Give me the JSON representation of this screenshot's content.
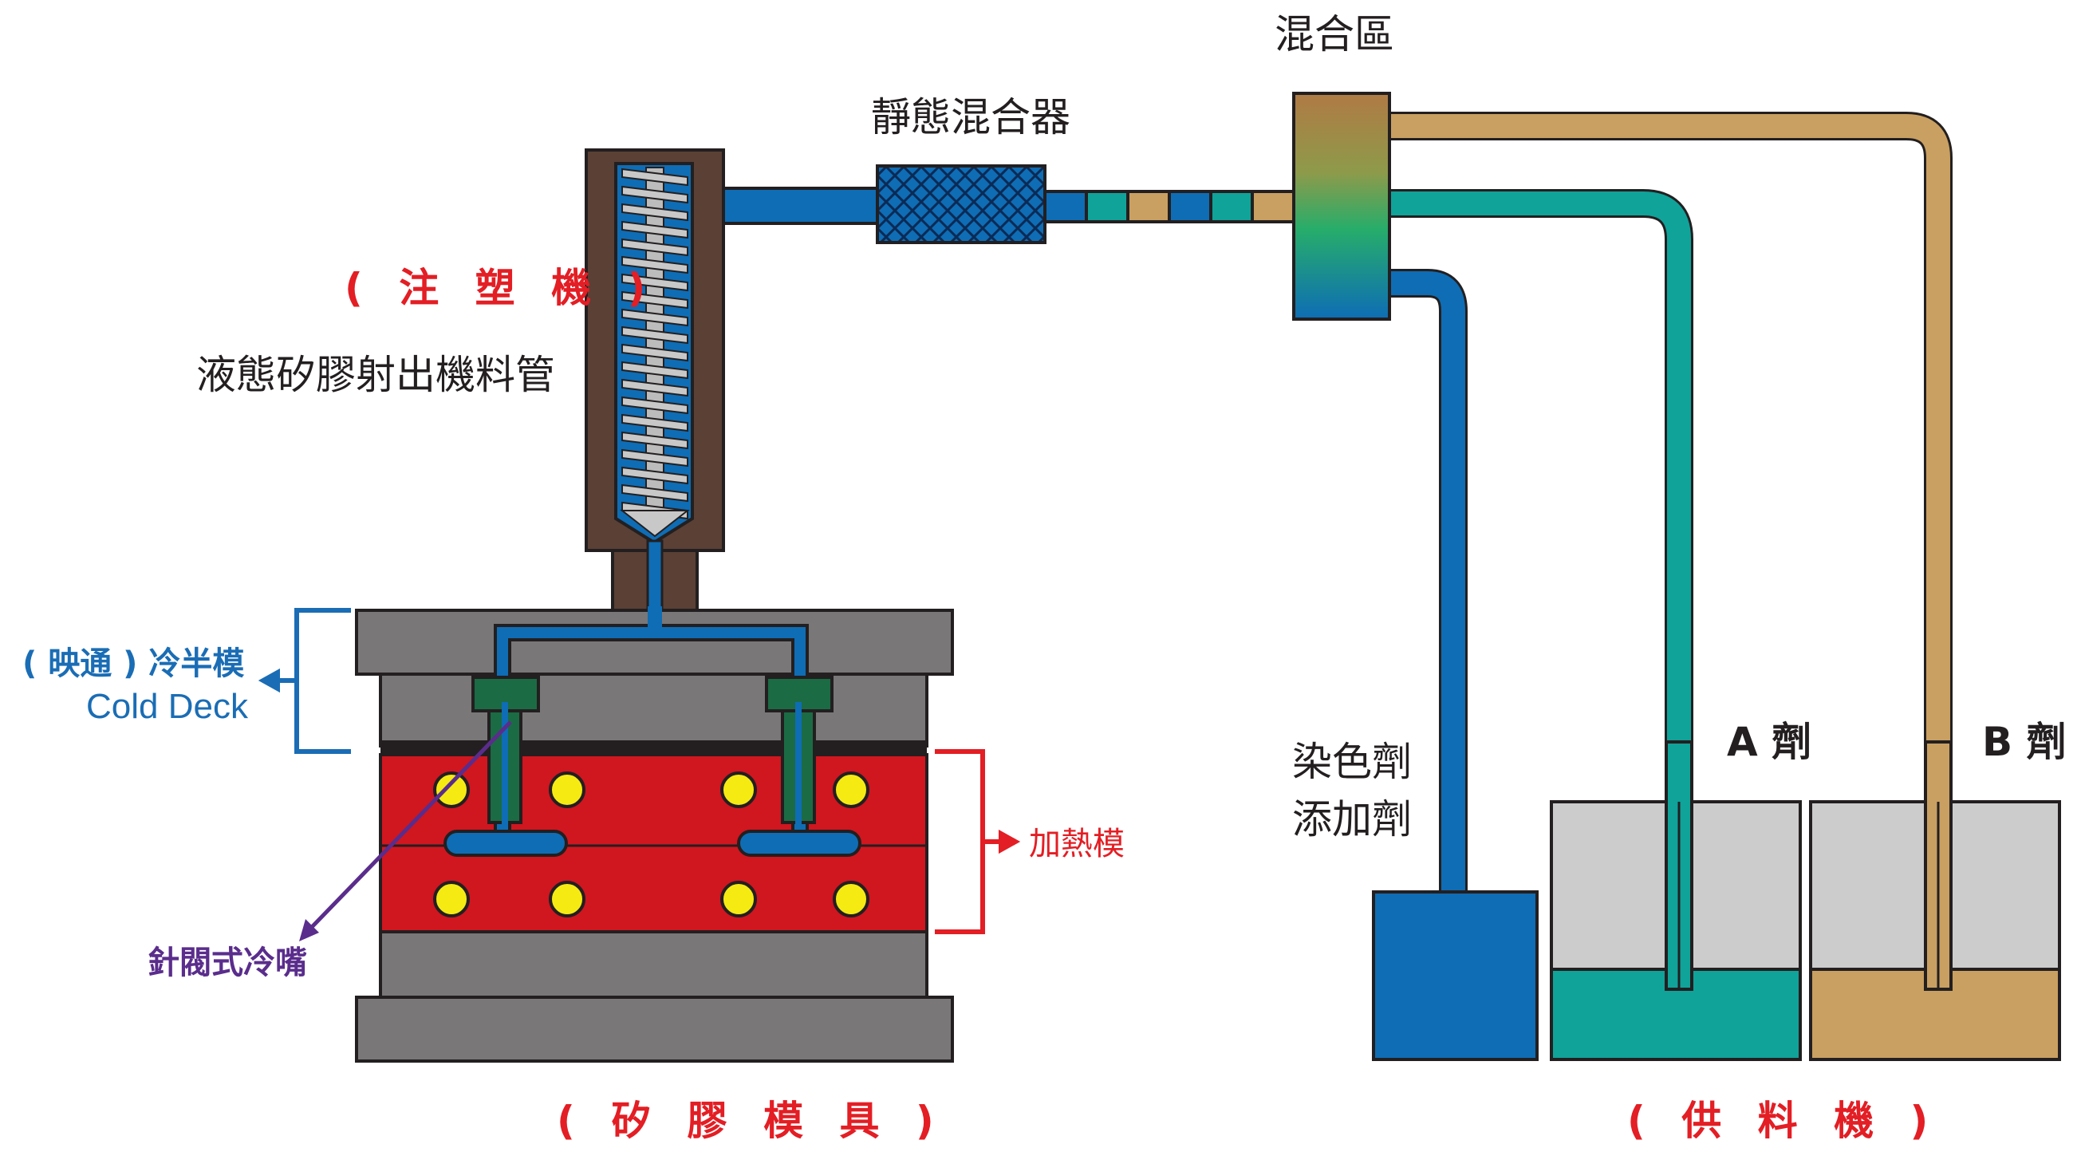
{
  "labels": {
    "mixing_zone": "混合區",
    "static_mixer": "靜態混合器",
    "injection_machine": "( 注 塑 機 )",
    "barrel": "液態矽膠射出機料管",
    "cold_deck_cn": "( 映通 ) 冷半模",
    "cold_deck_en": "Cold Deck",
    "heated_mold": "加熱模",
    "needle_valve": "針閥式冷嘴",
    "silicone_mold": "( 矽 膠 模 具 )",
    "colorant": "染色劑",
    "additive": "添加劑",
    "agent_a": "A 劑",
    "agent_b": "B 劑",
    "feeder": "( 供 料 機 )"
  },
  "colors": {
    "blue": "#0e6db5",
    "teal": "#0fa39a",
    "tan": "#c9a061",
    "red_mold": "#d0161f",
    "brown": "#5a4035",
    "gray": "#7a7778",
    "light_gray": "#cccccc",
    "yellow": "#f6ea13",
    "green_nozzle": "#1b6b44"
  }
}
